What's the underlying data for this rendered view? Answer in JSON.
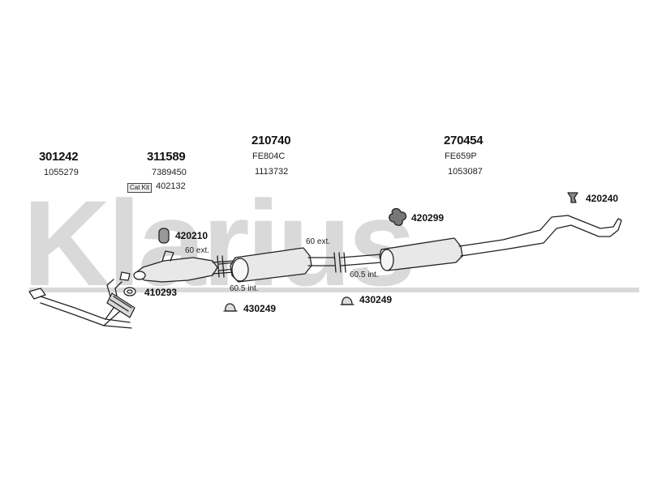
{
  "watermark": "Klarius",
  "parts": {
    "p301242": {
      "number": "301242",
      "ref": "1055279"
    },
    "p311589": {
      "number": "311589",
      "ref": "7389450"
    },
    "p210740": {
      "number": "210740",
      "code": "FE804C",
      "ref": "1113732"
    },
    "p270454": {
      "number": "270454",
      "code": "FE659P",
      "ref": "1053087"
    }
  },
  "catkit": {
    "badge": "Cat Kit",
    "number": "402132"
  },
  "fittings": {
    "f420240": "420240",
    "f420299": "420299",
    "f420210": "420210",
    "f410293": "410293",
    "f430249a": "430249",
    "f430249b": "430249"
  },
  "dimensions": {
    "d60ext_a": "60 ext.",
    "d60ext_b": "60 ext.",
    "d605int_a": "60.5 int.",
    "d605int_b": "60.5 int."
  },
  "colors": {
    "watermark": "#d9d9d9",
    "line": "#222222",
    "part_fill": "#e8e8e8"
  }
}
